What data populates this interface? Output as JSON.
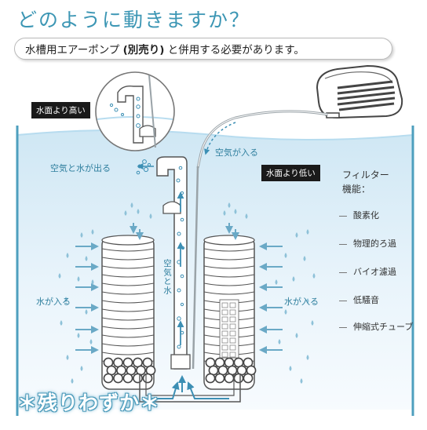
{
  "heading": "どのように動きますか？",
  "subtitle": {
    "prefix": "水槽用エアーポンプ",
    "bold": "(別売り)",
    "suffix": "と併用する必要があります。"
  },
  "labels": {
    "above_water": "水面より高い",
    "below_water": "水面より低い",
    "air_in": "空気が入る",
    "air_water_out": "空気と水が出る",
    "water_in_left": "水が入る",
    "water_in_right": "水が入る",
    "air_and_water_vertical": "空気と水"
  },
  "features": {
    "title_line1": "フィルター",
    "title_line2": "機能：",
    "items": [
      "酸素化",
      "物理的ろ過",
      "バイオ濾過",
      "低騒音",
      "伸縮式チューブ"
    ]
  },
  "banner": "＊残りわずか＊",
  "colors": {
    "heading": "#3c96b4",
    "water_top": "#d3eaf6",
    "water_bottom": "#f3f9fd",
    "tank_line": "#4e9fbe",
    "accent_arrow": "#3c8fb4"
  },
  "icons": [
    "air-pump-icon",
    "sponge-filter-icon",
    "bubble-icon",
    "water-drop-icon",
    "arrow-icon"
  ]
}
